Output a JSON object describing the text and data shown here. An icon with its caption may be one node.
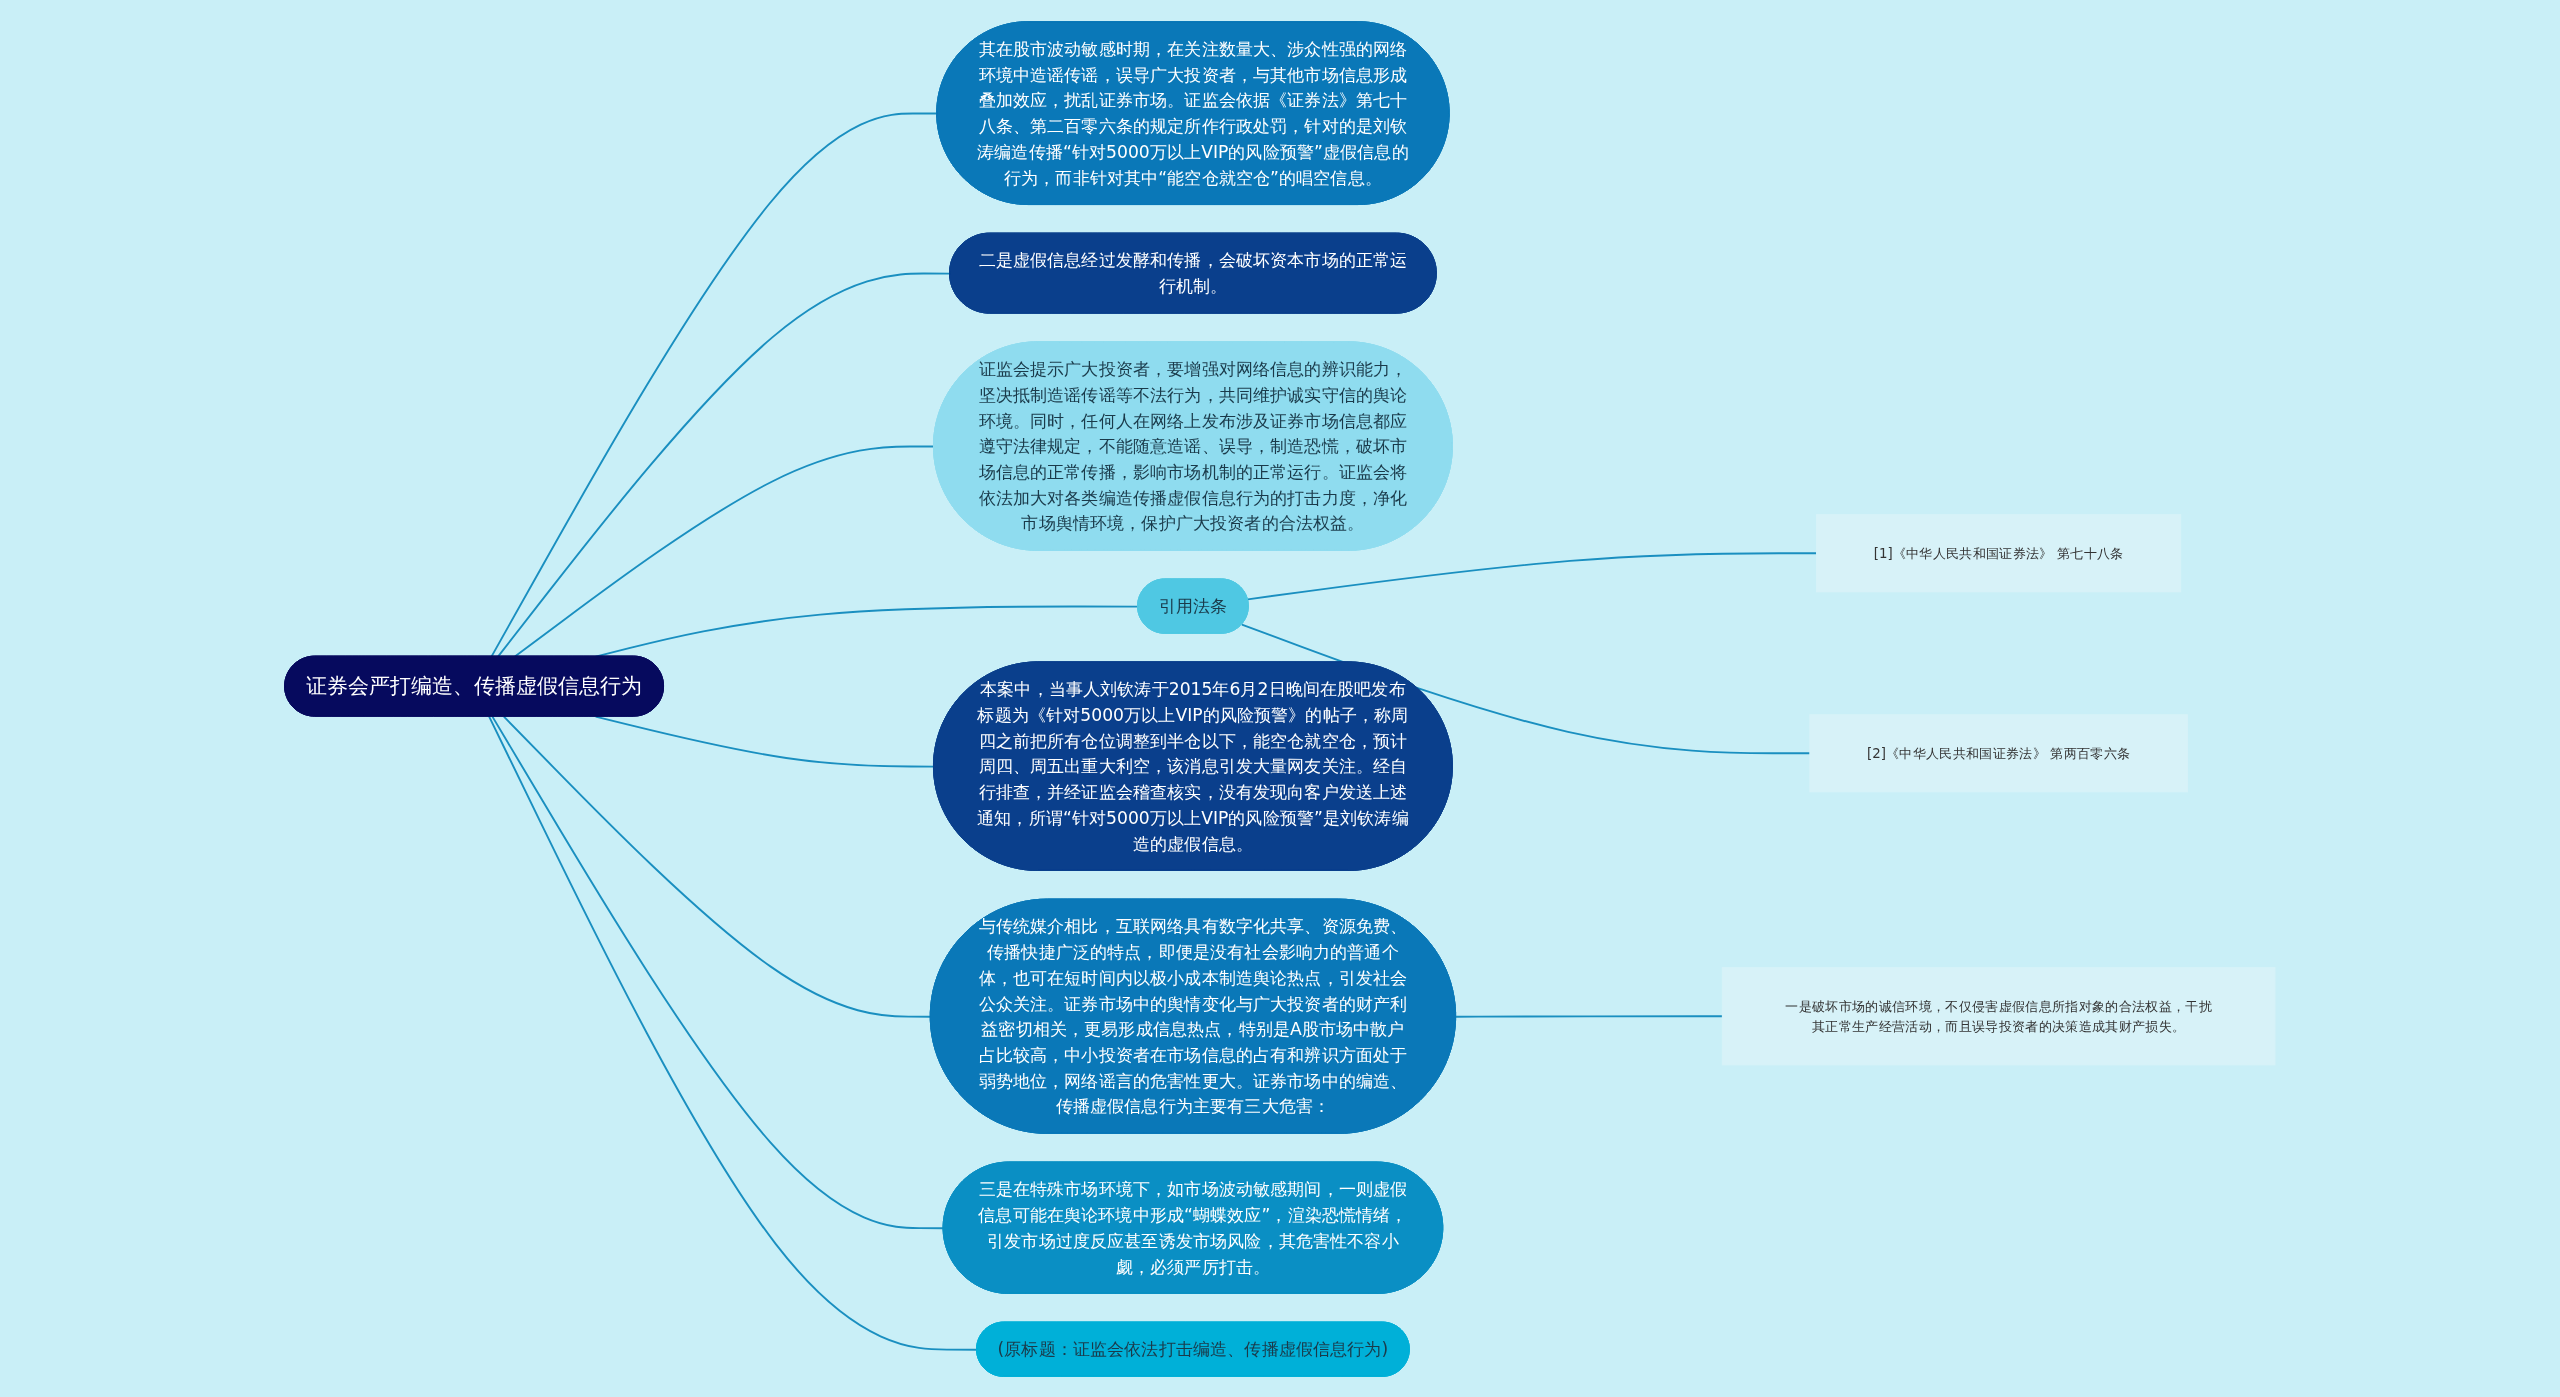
{
  "diagram": {
    "nodes": [
      {
        "text": [
          "证券会严打编造、传播虚假信息行为"
        ]
      },
      {
        "text": [
          "其在股市波动敏感时期，在关注数量大、涉众性强的网络环境中造谣传谣，误导广大投资者，与其他市场信息形成叠加效应，扰乱证券市场。证监会依据《证券法》第七十八条、第二百零六条的规定所作行政处罚，针对的是刘钦涛编造传播“针对5000万以上VIP的风险预警”虚假信息的行为，而非针对其中“能空仓就空仓”的唱空信息。"
        ]
      },
      {
        "text": [
          "二是虚假信息经过发酵和传播，会破坏资本市场的正常运行机制。"
        ]
      },
      {
        "text": [
          "证监会提示广大投资者，要增强对网络信息的辨识能力，坚决抵制造谣传谣等不法行为，共同维护诚实守信的舆论环境。同时，任何人在网络上发布涉及证券市场信息都应遵守法律规定，不能随意造谣、误导，制造恐慌，破坏市场信息的正常传播，影响市场机制的正常运行。证监会将依法加大对各类编造传播虚假信息行为的打击力度，净化市场舆情环境，保护广大投资者的合法权益。"
        ]
      },
      {
        "text": [
          "引用法条"
        ]
      },
      {
        "text": [
          "[1]《中华人民共和国证券法》 第七十八条"
        ]
      },
      {
        "text": [
          "[2]《中华人民共和国证券法》 第两百零六条"
        ]
      },
      {
        "text": [
          "本案中，当事人刘钦涛于2015年6月2日晚间在股吧发布标题为《针对5000万以上VIP的风险预警》的帖子，称周四之前把所有仓位调整到半仓以下，能空仓就空仓，预计周四、周五出重大利空，该消息引发大量网友关注。经自行排查，并经证监会稽查核实，没有发现向客户发送上述通知，所谓“针对5000万以上VIP的风险预警”是刘钦涛编造的虚假信息。"
        ]
      },
      {
        "text": [
          "与传统媒介相比，互联网络具有数字化共享、资源免费、传播快捷广泛的特点，即便是没有社会影响力的普通个体，也可在短时间内以极小成本制造舆论热点，引发社会公众关注。证券市场中的舆情变化与广大投资者的财产利益密切相关，更易形成信息热点，特别是A股市场中散户占比较高，中小投资者在市场信息的占有和辨识方面处于弱势地位，网络谣言的危害性更大。证券市场中的编造、传播虚假信息行为主要有三大危害："
        ]
      },
      {
        "text": [
          "一是破坏市场的诚信环境，不仅侵害虚假信息所指对象的合法权益，干扰其正常生产经营活动，而且误导投资者的决策造成其财产损失。"
        ]
      },
      {
        "text": [
          "三是在特殊市场环境下，如市场波动敏感期间，一则虚假信息可能在舆论环境中形成“蝴蝶效应”，渲染恐慌情绪，引发市场过度反应甚至诱发市场风险，其危害性不容小觑，必须严厉打击。"
        ]
      },
      {
        "text": [
          "(原标题：证监会依法打击编造、传播虚假信息行为)"
        ]
      }
    ],
    "edges": [
      {
        "from": 0,
        "to": 1,
        "arrow": "none"
      },
      {
        "from": 0,
        "to": 2,
        "arrow": "none"
      },
      {
        "from": 0,
        "to": 3,
        "arrow": "none"
      },
      {
        "from": 0,
        "to": 4,
        "arrow": "none"
      },
      {
        "from": 4,
        "to": 5,
        "arrow": "none"
      },
      {
        "from": 4,
        "to": 6,
        "arrow": "none"
      },
      {
        "from": 0,
        "to": 7,
        "arrow": "none"
      },
      {
        "from": 0,
        "to": 8,
        "arrow": "none"
      },
      {
        "from": 8,
        "to": 9,
        "arrow": "none"
      },
      {
        "from": 0,
        "to": 10,
        "arrow": "none"
      },
      {
        "from": 0,
        "to": 11,
        "arrow": "none"
      }
    ]
  }
}
